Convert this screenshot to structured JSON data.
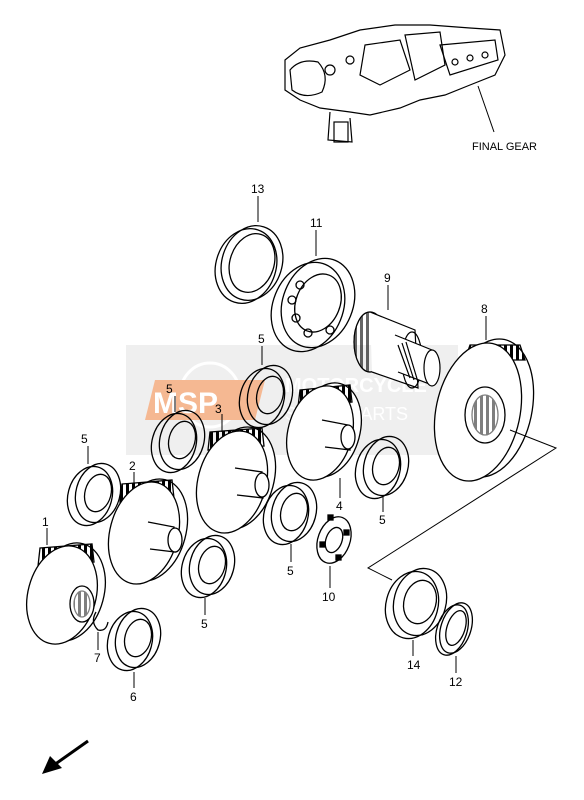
{
  "final_gear": {
    "label": "FINAL GEAR"
  },
  "watermark": {
    "logo_text": "MSP",
    "line1": "MOTORCYCLE",
    "line2": "SPARE PARTS",
    "color": "#d9d9d9",
    "logo_color": "#f08a4b"
  },
  "parts": [
    {
      "ref": "1"
    },
    {
      "ref": "2"
    },
    {
      "ref": "3"
    },
    {
      "ref": "4"
    },
    {
      "ref": "5"
    },
    {
      "ref": "6"
    },
    {
      "ref": "7"
    },
    {
      "ref": "8"
    },
    {
      "ref": "9"
    },
    {
      "ref": "10"
    },
    {
      "ref": "11"
    },
    {
      "ref": "12"
    },
    {
      "ref": "13"
    },
    {
      "ref": "14"
    }
  ],
  "icons": {
    "direction": "arrow-down-left-icon"
  }
}
